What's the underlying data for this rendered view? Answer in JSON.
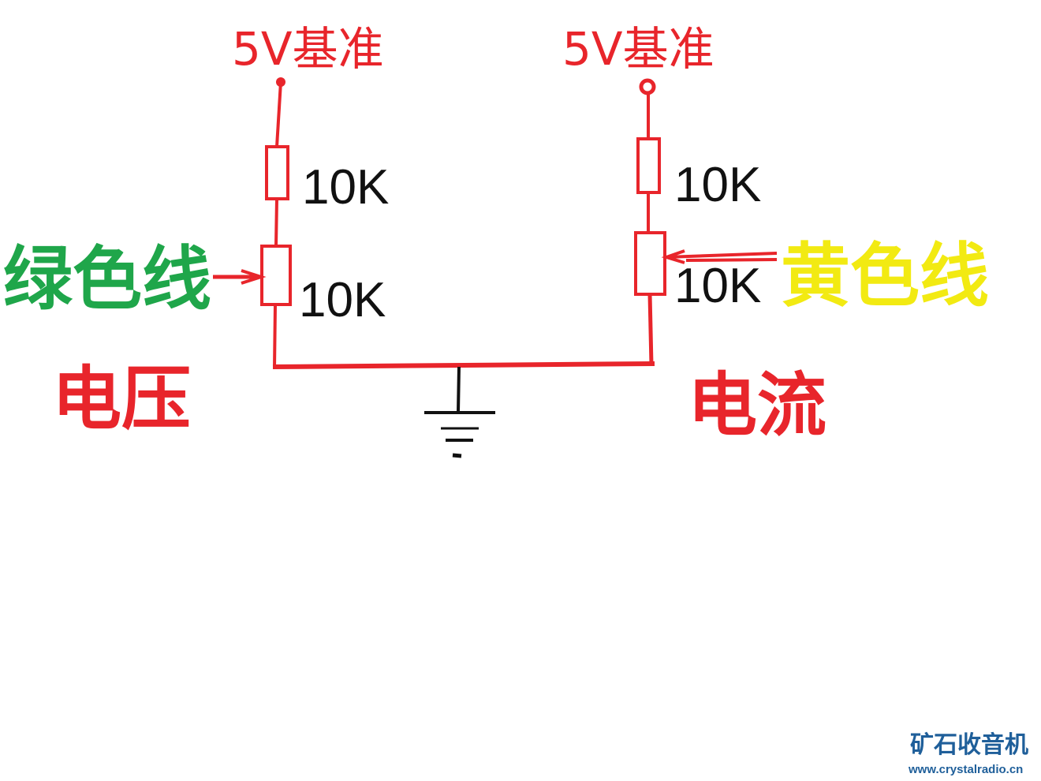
{
  "left_branch": {
    "reference_label": "5V基准",
    "fixed_resistor_label": "10K",
    "pot_label": "10K",
    "wire_label": "绿色线",
    "measure_label": "电压"
  },
  "right_branch": {
    "reference_label": "5V基准",
    "fixed_resistor_label": "10K",
    "pot_label": "10K",
    "wire_label": "黄色线",
    "measure_label": "电流"
  },
  "watermark": {
    "name": "矿石收音机",
    "url": "www.crystalradio.cn"
  },
  "colors": {
    "wire": "#e8252b",
    "green_label": "#1fa64a",
    "yellow_label": "#f2ea12",
    "ground": "#111111",
    "watermark": "#1f5f9a"
  }
}
